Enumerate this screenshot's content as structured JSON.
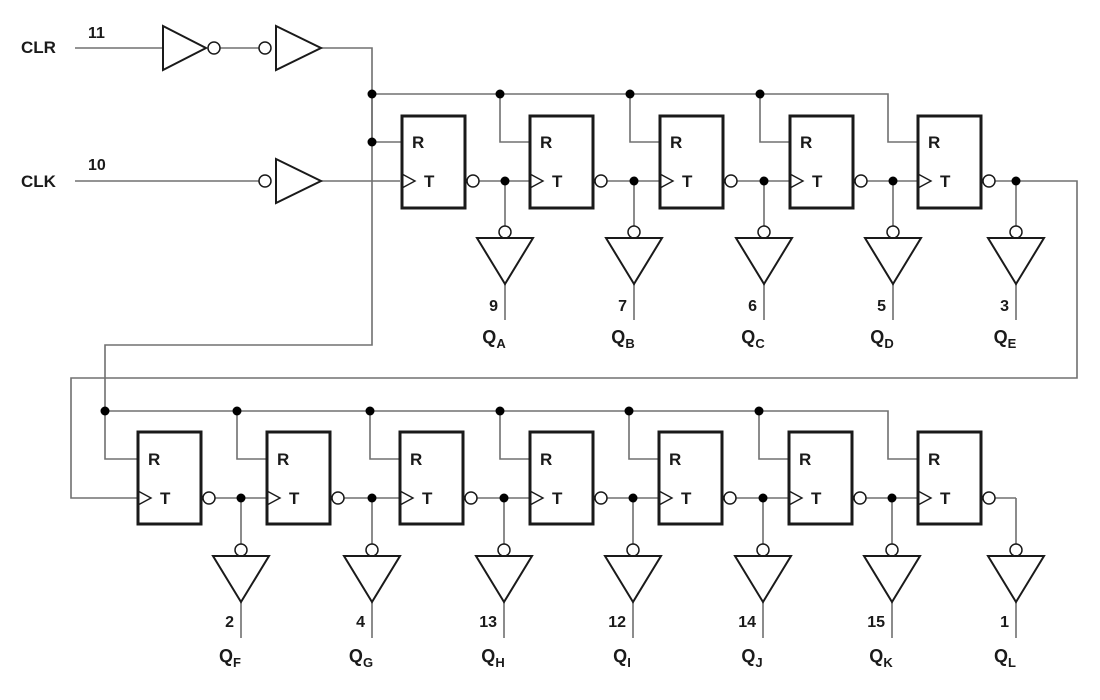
{
  "inputs": {
    "clr": {
      "label": "CLR",
      "pin": "11"
    },
    "clk": {
      "label": "CLK",
      "pin": "10"
    }
  },
  "flipflop": {
    "reset_label": "R",
    "clock_label": "T"
  },
  "outputs": [
    {
      "q": "Q",
      "sub": "A",
      "pin": "9"
    },
    {
      "q": "Q",
      "sub": "B",
      "pin": "7"
    },
    {
      "q": "Q",
      "sub": "C",
      "pin": "6"
    },
    {
      "q": "Q",
      "sub": "D",
      "pin": "5"
    },
    {
      "q": "Q",
      "sub": "E",
      "pin": "3"
    },
    {
      "q": "Q",
      "sub": "F",
      "pin": "2"
    },
    {
      "q": "Q",
      "sub": "G",
      "pin": "4"
    },
    {
      "q": "Q",
      "sub": "H",
      "pin": "13"
    },
    {
      "q": "Q",
      "sub": "I",
      "pin": "12"
    },
    {
      "q": "Q",
      "sub": "J",
      "pin": "14"
    },
    {
      "q": "Q",
      "sub": "K",
      "pin": "15"
    },
    {
      "q": "Q",
      "sub": "L",
      "pin": "1"
    }
  ]
}
